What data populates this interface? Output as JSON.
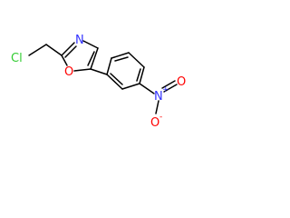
{
  "molecule": {
    "atoms": {
      "cl": {
        "label": "Cl",
        "color": "#33cc33"
      },
      "n_ring": {
        "label": "N",
        "color": "#3333ff"
      },
      "o_ring": {
        "label": "O",
        "color": "#ff0000"
      },
      "n_nitro": {
        "label": "N",
        "plus": "+",
        "color": "#3333ff"
      },
      "o_nitro_double": {
        "label": "O",
        "color": "#ff0000"
      },
      "o_nitro_single": {
        "label": "O",
        "minus": "-",
        "color": "#ff0000"
      }
    },
    "bond_color": "#000000"
  }
}
